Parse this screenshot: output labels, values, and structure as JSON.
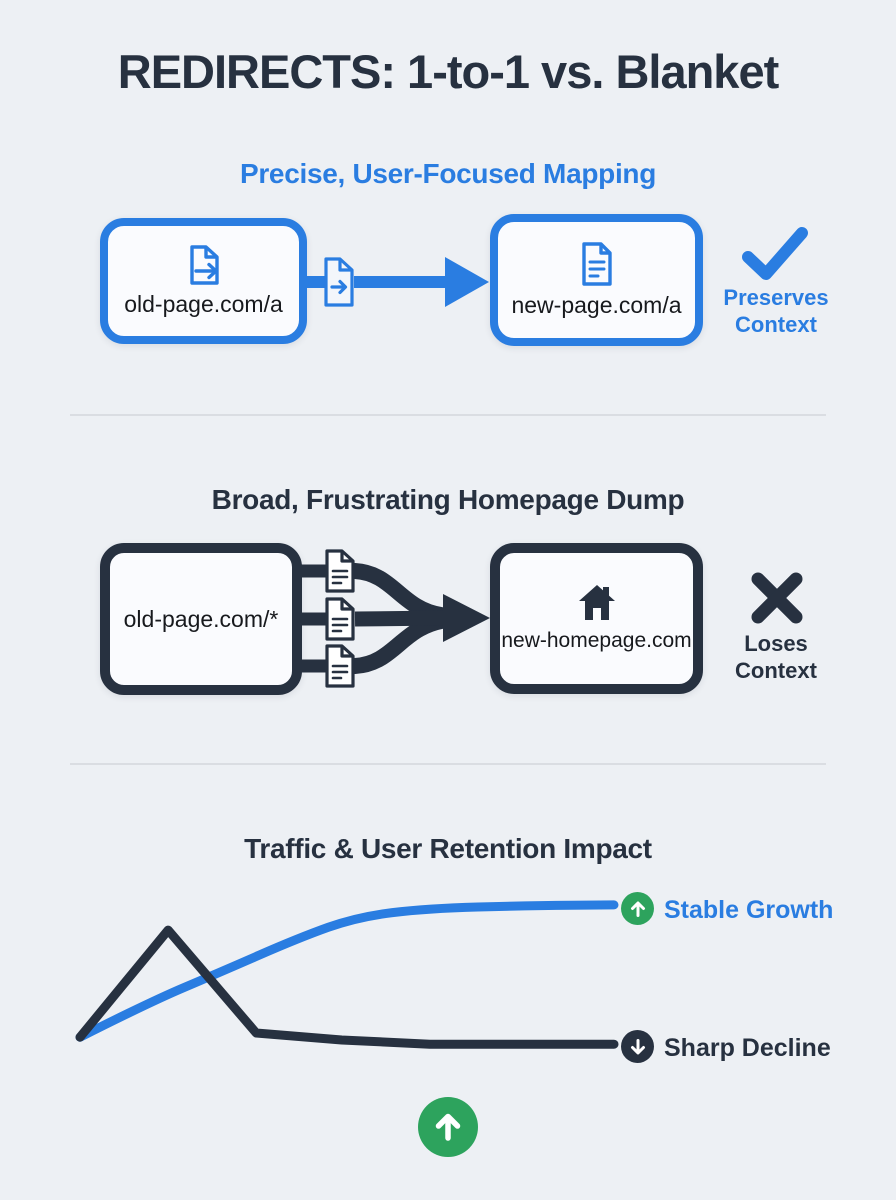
{
  "page_title": "REDIRECTS: 1-to-1 vs. Blanket",
  "colors": {
    "background": "#edf0f4",
    "blue": "#2a7de1",
    "dark": "#273140",
    "green": "#2da35d",
    "box_fill": "#fafbfe",
    "divider": "#dadde2",
    "label_text": "#17191d"
  },
  "section_one": {
    "heading": "Precise, User-Focused Mapping",
    "source_label": "old-page.com/a",
    "target_label": "new-page.com/a",
    "verdict_line1": "Preserves",
    "verdict_line2": "Context",
    "icons": {
      "source": "file-export-icon",
      "connector": "file-arrow-icon",
      "target": "document-lines-icon",
      "verdict": "checkmark-icon"
    }
  },
  "section_two": {
    "heading": "Broad, Frustrating Homepage Dump",
    "source_label": "old-page.com/*",
    "target_label": "new-homepage.com",
    "verdict_line1": "Loses",
    "verdict_line2": "Context",
    "icons": {
      "connector": "three-documents-merge-arrow",
      "target": "home-icon",
      "verdict": "x-icon"
    }
  },
  "section_three": {
    "heading": "Traffic & User Retention Impact",
    "legend": [
      {
        "label": "Stable Growth",
        "badge": "up-arrow-green-badge"
      },
      {
        "label": "Sharp Decline",
        "badge": "down-arrow-dark-badge"
      }
    ],
    "footer_badge": "up-arrow-green-badge"
  },
  "chart_data": {
    "type": "line",
    "title": "Traffic & User Retention Impact",
    "xlabel": "",
    "ylabel": "",
    "axes_visible": false,
    "grid": false,
    "legend_position": "right",
    "x_range": [
      0,
      100
    ],
    "y_range": [
      -5,
      100
    ],
    "series": [
      {
        "name": "Stable Growth",
        "color_key": "blue",
        "smooth": true,
        "points": [
          [
            0,
            2
          ],
          [
            13,
            27
          ],
          [
            26,
            48
          ],
          [
            41,
            73
          ],
          [
            52,
            88
          ],
          [
            65,
            94
          ],
          [
            84,
            96
          ],
          [
            100,
            96.5
          ]
        ]
      },
      {
        "name": "Sharp Decline",
        "color_key": "dark",
        "smooth": false,
        "points": [
          [
            0,
            2
          ],
          [
            16.5,
            78.5
          ],
          [
            33,
            5
          ],
          [
            49,
            0
          ],
          [
            65.5,
            -3
          ],
          [
            100,
            -3
          ]
        ]
      }
    ]
  }
}
